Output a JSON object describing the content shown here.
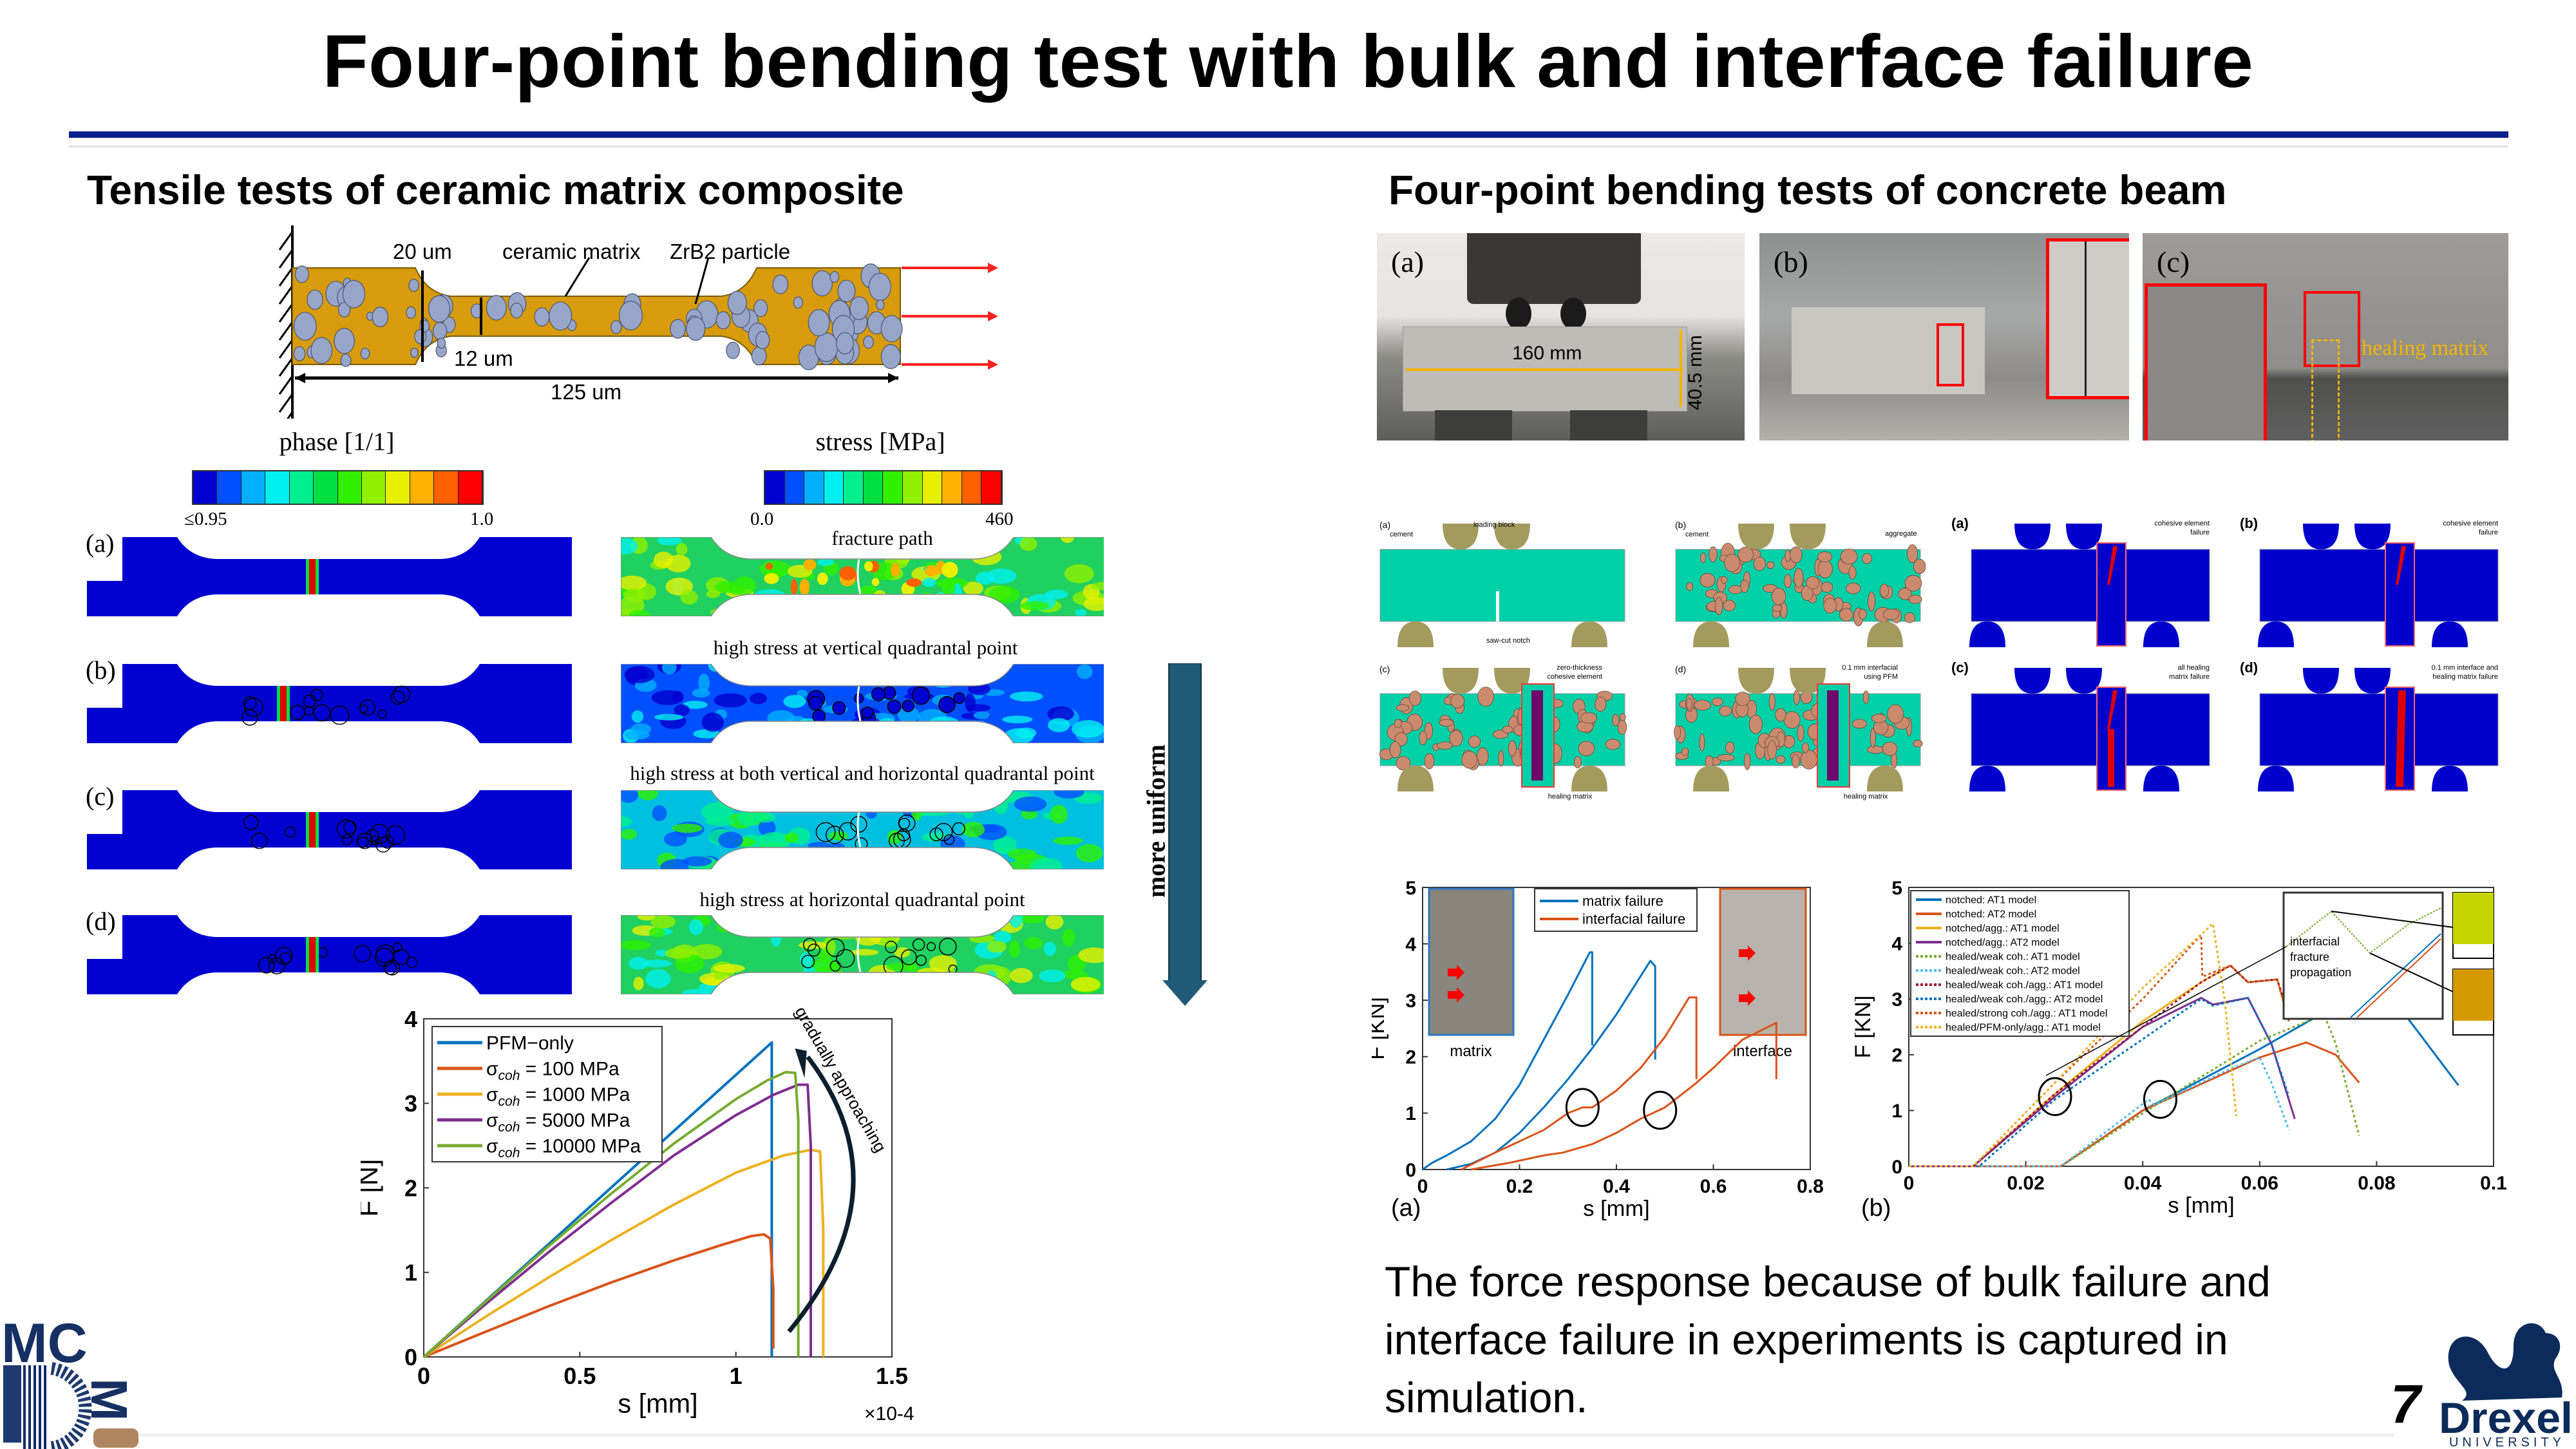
{
  "title": "Four-point bending test with bulk and interface failure",
  "left": {
    "heading": "Tensile tests of ceramic matrix composite",
    "schematic": {
      "label_width": "20 um",
      "label_matrix": "ceramic matrix",
      "label_particle": "ZrB2 particle",
      "label_neck": "12 um",
      "label_length": "125 um",
      "matrix_color": "#d79b0b",
      "particle_color": "#97a6c8",
      "load_color": "#ff2020"
    },
    "phase_colorbar": {
      "label": "phase [1/1]",
      "min": "≤0.95",
      "max": "1.0"
    },
    "stress_colorbar": {
      "label": "stress [MPa]",
      "min": "0.0",
      "max": "460"
    },
    "colormap": [
      "#0000d0",
      "#0050ff",
      "#00b0ff",
      "#00f0f0",
      "#00f090",
      "#00e040",
      "#30f000",
      "#90f000",
      "#e8f000",
      "#ffb000",
      "#ff6000",
      "#ff0000"
    ],
    "rows": [
      {
        "label": "(a)",
        "annotation": "fracture path"
      },
      {
        "label": "(b)",
        "annotation": "high stress at vertical quadrantal point"
      },
      {
        "label": "(c)",
        "annotation": "high stress at both vertical and horizontal quadrantal point"
      },
      {
        "label": "(d)",
        "annotation": "high stress at horizontal quadrantal point"
      }
    ],
    "trend_label": "more uniform",
    "trend_color": "#1f5a78"
  },
  "left_chart": {
    "chart_data": {
      "type": "line",
      "xlabel": "s [mm]",
      "ylabel": "F [N]",
      "x_multiplier": "×10-4",
      "xlim": [
        0,
        1.5
      ],
      "ylim": [
        0,
        4
      ],
      "xticks": [
        "0",
        "0.5",
        "1",
        "1.5"
      ],
      "yticks": [
        "0",
        "1",
        "2",
        "3",
        "4"
      ],
      "legend_position": "top-left",
      "annotation": "gradually approaching",
      "series": [
        {
          "name": "PFM−only",
          "color": "#0072BD",
          "x": [
            0,
            1.115,
            1.115
          ],
          "y": [
            0,
            3.72,
            0
          ]
        },
        {
          "name": "σcoh = 100 MPa",
          "color": "#D95319",
          "x": [
            0,
            0.2,
            0.4,
            0.6,
            0.8,
            0.95,
            1.05,
            1.09,
            1.11,
            1.12,
            1.12
          ],
          "y": [
            0,
            0.3,
            0.6,
            0.88,
            1.14,
            1.32,
            1.43,
            1.45,
            1.4,
            0.8,
            0.1
          ]
        },
        {
          "name": "σcoh = 1000 MPa",
          "color": "#EDB120",
          "x": [
            0,
            0.2,
            0.4,
            0.6,
            0.8,
            1.0,
            1.15,
            1.24,
            1.27,
            1.28,
            1.28
          ],
          "y": [
            0,
            0.48,
            0.94,
            1.38,
            1.8,
            2.18,
            2.38,
            2.45,
            2.43,
            1.5,
            0
          ]
        },
        {
          "name": "σcoh = 5000 MPa",
          "color": "#7E2F8E",
          "x": [
            0,
            0.2,
            0.4,
            0.6,
            0.8,
            1.0,
            1.12,
            1.2,
            1.23,
            1.24,
            1.24
          ],
          "y": [
            0,
            0.63,
            1.24,
            1.82,
            2.38,
            2.86,
            3.1,
            3.22,
            3.22,
            2.5,
            0
          ]
        },
        {
          "name": "σcoh = 10000 MPa",
          "color": "#77AC30",
          "x": [
            0,
            0.2,
            0.4,
            0.6,
            0.8,
            1.0,
            1.1,
            1.16,
            1.19,
            1.2,
            1.2
          ],
          "y": [
            0,
            0.66,
            1.31,
            1.93,
            2.52,
            3.05,
            3.27,
            3.37,
            3.36,
            2.8,
            0
          ]
        }
      ]
    }
  },
  "right": {
    "heading": "Four-point bending tests of concrete beam",
    "photos": [
      {
        "label": "(a)",
        "length": "160 mm",
        "height": "40.5 mm"
      },
      {
        "label": "(b)"
      },
      {
        "label": "(c)",
        "healing": "healing matrix"
      }
    ],
    "sim_panels": [
      {
        "label": "(a)",
        "notes": [
          "loading block",
          "cement",
          "saw-cut notch"
        ]
      },
      {
        "label": "(b)",
        "notes": [
          "cement",
          "aggregate"
        ]
      },
      {
        "label": "(a)",
        "notes": [
          "cohesive element",
          "failure"
        ]
      },
      {
        "label": "(b)",
        "notes": [
          "cohesive element",
          "failure"
        ]
      },
      {
        "label": "(c)",
        "notes": [
          "zero-thickness",
          "cohesive element",
          "healing matrix"
        ]
      },
      {
        "label": "(d)",
        "notes": [
          "0.1 mm interfacial",
          "using PFM",
          "healing matrix"
        ]
      },
      {
        "label": "(c)",
        "notes": [
          "all healing",
          "matrix failure"
        ]
      },
      {
        "label": "(d)",
        "notes": [
          "0.1 mm interface and",
          "healing matrix failure"
        ]
      }
    ],
    "bottom_text": "The force response because of bulk failure and interface failure in experiments is captured in simulation."
  },
  "chart_data": [
    {
      "type": "line",
      "panel": "(a)",
      "xlabel": "s [mm]",
      "ylabel": "F [KN]",
      "xlim": [
        0,
        0.8
      ],
      "ylim": [
        0,
        5
      ],
      "xticks": [
        "0",
        "0.2",
        "0.4",
        "0.6",
        "0.8"
      ],
      "yticks": [
        "0",
        "1",
        "2",
        "3",
        "4",
        "5"
      ],
      "legend_position": "top-center",
      "inset_labels": [
        "matrix",
        "interface"
      ],
      "series": [
        {
          "name": "matrix failure",
          "color": "#0072BD",
          "x": [
            0,
            0.02,
            0.05,
            0.1,
            0.15,
            0.2,
            0.25,
            0.3,
            0.345,
            0.35,
            0.35
          ],
          "y": [
            0,
            0.12,
            0.25,
            0.5,
            0.9,
            1.5,
            2.3,
            3.1,
            3.85,
            3.85,
            2.2
          ]
        },
        {
          "name": "matrix failure",
          "color": "#0072BD",
          "legend": false,
          "x": [
            0.05,
            0.1,
            0.15,
            0.2,
            0.25,
            0.3,
            0.35,
            0.4,
            0.47,
            0.48,
            0.48
          ],
          "y": [
            0,
            0.1,
            0.3,
            0.65,
            1.1,
            1.6,
            2.15,
            2.75,
            3.7,
            3.6,
            1.95
          ]
        },
        {
          "name": "interfacial failure",
          "color": "#D95319",
          "x": [
            0.08,
            0.15,
            0.2,
            0.25,
            0.3,
            0.33,
            0.35,
            0.4,
            0.45,
            0.5,
            0.55,
            0.565,
            0.565
          ],
          "y": [
            0,
            0.3,
            0.5,
            0.7,
            1.0,
            1.1,
            1.1,
            1.4,
            1.8,
            2.35,
            3.05,
            3.05,
            1.6
          ]
        },
        {
          "name": "interfacial failure",
          "color": "#D95319",
          "legend": false,
          "x": [
            0.1,
            0.18,
            0.25,
            0.29,
            0.35,
            0.4,
            0.45,
            0.5,
            0.56,
            0.6,
            0.66,
            0.73,
            0.73
          ],
          "y": [
            0,
            0.12,
            0.25,
            0.3,
            0.45,
            0.65,
            0.9,
            1.1,
            1.5,
            1.8,
            2.3,
            2.6,
            1.6
          ]
        }
      ],
      "circles": [
        {
          "x": 0.33,
          "y": 1.1
        },
        {
          "x": 0.49,
          "y": 1.05
        }
      ]
    },
    {
      "type": "line",
      "panel": "(b)",
      "xlabel": "s [mm]",
      "ylabel": "F [KN]",
      "xlim": [
        0,
        0.1
      ],
      "ylim": [
        0,
        5
      ],
      "xticks": [
        "0",
        "0.02",
        "0.04",
        "0.06",
        "0.08",
        "0.1"
      ],
      "yticks": [
        "0",
        "1",
        "2",
        "3",
        "4",
        "5"
      ],
      "legend_position": "top-left",
      "inset_label": "interfacial fracture propagation",
      "series": [
        {
          "name": "notched: AT1 model",
          "color": "#0072BD",
          "style": "solid",
          "x": [
            0,
            0.026,
            0.04,
            0.06,
            0.07,
            0.08,
            0.085,
            0.094
          ],
          "y": [
            0,
            0,
            1.0,
            2.1,
            2.7,
            3.1,
            2.7,
            1.45
          ]
        },
        {
          "name": "notched: AT2 model",
          "color": "#D95319",
          "style": "solid",
          "x": [
            0,
            0.026,
            0.04,
            0.06,
            0.068,
            0.073,
            0.077
          ],
          "y": [
            0,
            0,
            1.0,
            1.95,
            2.22,
            2.0,
            1.5
          ]
        },
        {
          "name": "notched/agg.: AT1 model",
          "color": "#EDB120",
          "style": "solid",
          "x": [
            0,
            0.011,
            0.025,
            0.04,
            0.05,
            0.055,
            0.058,
            0.063,
            0.065
          ],
          "y": [
            0,
            0,
            1.3,
            2.6,
            3.3,
            3.6,
            3.3,
            3.35,
            2.6
          ]
        },
        {
          "name": "notched/agg.: AT2 model",
          "color": "#7E2F8E",
          "style": "solid",
          "x": [
            0,
            0.011,
            0.025,
            0.04,
            0.05,
            0.052,
            0.058,
            0.062,
            0.066
          ],
          "y": [
            0,
            0,
            1.25,
            2.5,
            3.02,
            2.9,
            3.02,
            2.2,
            0.85
          ]
        },
        {
          "name": "healed/weak coh.: AT1 model",
          "color": "#77AC30",
          "style": "dotted",
          "x": [
            0,
            0.026,
            0.043,
            0.06,
            0.071,
            0.073,
            0.077
          ],
          "y": [
            0,
            0,
            1.15,
            2.25,
            2.72,
            2.2,
            0.55
          ]
        },
        {
          "name": "healed/weak coh.: AT2 model",
          "color": "#4DBEEE",
          "style": "dotted",
          "x": [
            0,
            0.026,
            0.041,
            0.042,
            0.055,
            0.06,
            0.062,
            0.065
          ],
          "y": [
            0,
            0,
            1.2,
            1.1,
            1.75,
            1.95,
            1.5,
            0.65
          ]
        },
        {
          "name": "healed/weak coh./agg.: AT1 model",
          "color": "#A2142F",
          "style": "dotted",
          "x": [
            0,
            0.011,
            0.025,
            0.05,
            0.055,
            0.058,
            0.063,
            0.065
          ],
          "y": [
            0,
            0,
            1.3,
            3.3,
            3.6,
            3.3,
            3.35,
            2.7
          ]
        },
        {
          "name": "healed/weak coh./agg.: AT2 model",
          "color": "#0072BD",
          "style": "dotted",
          "x": [
            0,
            0.012,
            0.025,
            0.05,
            0.052,
            0.058,
            0.062,
            0.065
          ],
          "y": [
            0,
            0,
            1.2,
            3.0,
            2.88,
            3.02,
            2.2,
            1.25
          ]
        },
        {
          "name": "healed/strong coh./agg.: AT1 model",
          "color": "#D95319",
          "style": "dotted",
          "x": [
            0,
            0.011,
            0.025,
            0.04,
            0.05,
            0.0502,
            0.055,
            0.058,
            0.063,
            0.065
          ],
          "y": [
            0,
            0,
            1.5,
            3.0,
            4.15,
            3.4,
            3.6,
            3.3,
            3.35,
            2.6
          ]
        },
        {
          "name": "healed/PFM-only/agg.: AT1 model",
          "color": "#EDB120",
          "style": "dotted",
          "x": [
            0,
            0.011,
            0.025,
            0.04,
            0.052,
            0.054,
            0.056
          ],
          "y": [
            0,
            0,
            1.5,
            3.2,
            4.35,
            3.0,
            0.9
          ]
        }
      ],
      "circles": [
        {
          "x": 0.025,
          "y": 1.25
        },
        {
          "x": 0.043,
          "y": 1.2
        }
      ]
    }
  ],
  "footer": {
    "page_number": "7",
    "left_logo": "MCMB",
    "right_logo": "Drexel",
    "right_logo_sub": "UNIVERSITY",
    "logo_color": "#0c2b5a"
  }
}
